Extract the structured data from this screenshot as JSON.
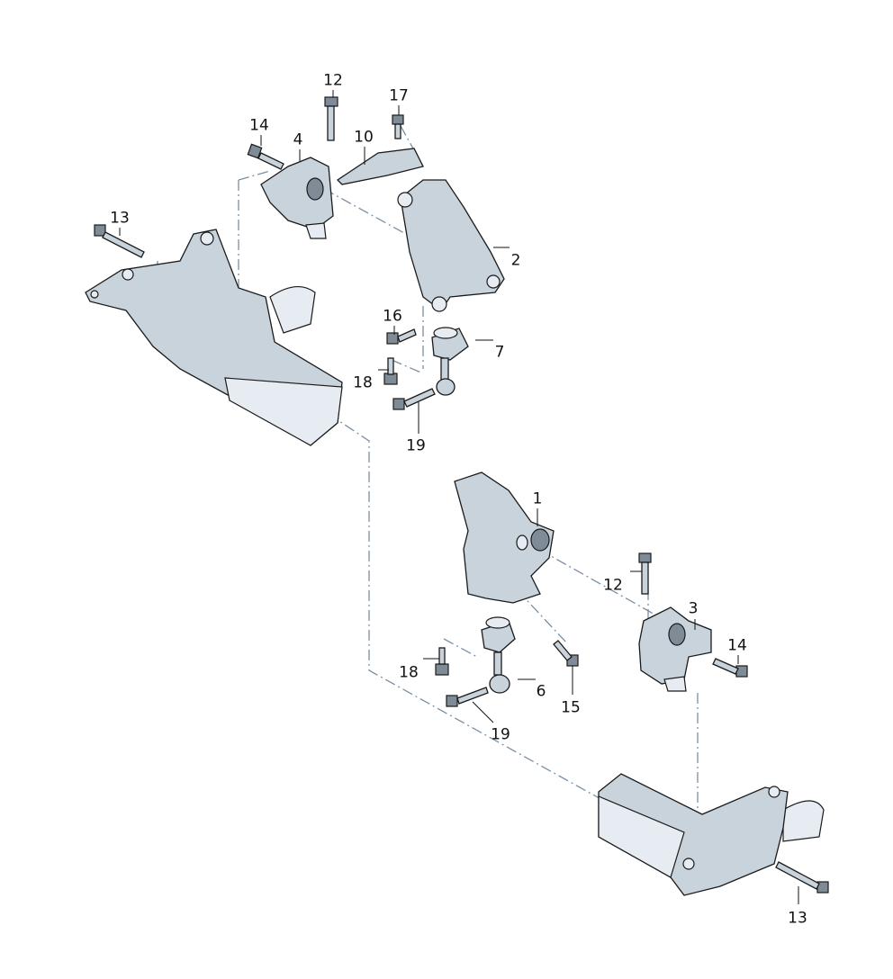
{
  "diagram": {
    "callouts": [
      {
        "id": "c12a",
        "text": "12"
      },
      {
        "id": "c17",
        "text": "17"
      },
      {
        "id": "c14a",
        "text": "14"
      },
      {
        "id": "c4",
        "text": "4"
      },
      {
        "id": "c10",
        "text": "10"
      },
      {
        "id": "c13a",
        "text": "13"
      },
      {
        "id": "c2",
        "text": "2"
      },
      {
        "id": "c16",
        "text": "16"
      },
      {
        "id": "c7",
        "text": "7"
      },
      {
        "id": "c18a",
        "text": "18"
      },
      {
        "id": "c19a",
        "text": "19"
      },
      {
        "id": "c1",
        "text": "1"
      },
      {
        "id": "c12b",
        "text": "12"
      },
      {
        "id": "c3",
        "text": "3"
      },
      {
        "id": "c14b",
        "text": "14"
      },
      {
        "id": "c18b",
        "text": "18"
      },
      {
        "id": "c6",
        "text": "6"
      },
      {
        "id": "c15",
        "text": "15"
      },
      {
        "id": "c19b",
        "text": "19"
      },
      {
        "id": "c13b",
        "text": "13"
      }
    ]
  }
}
